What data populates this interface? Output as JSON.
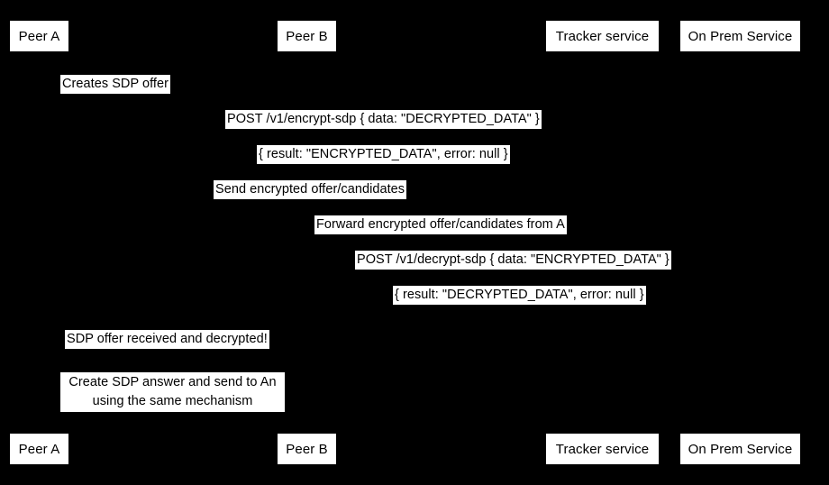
{
  "diagram": {
    "type": "uml-sequence-diagram",
    "background_color": "#000000",
    "label_background_color": "#ffffff",
    "label_text_color": "#000000",
    "participants": [
      {
        "id": "peer-a",
        "label": "Peer A"
      },
      {
        "id": "peer-b",
        "label": "Peer B"
      },
      {
        "id": "tracker",
        "label": "Tracker service"
      },
      {
        "id": "on-prem",
        "label": "On Prem Service"
      }
    ],
    "messages": [
      {
        "index": 1,
        "label": "Creates SDP offer",
        "from": "peer-a",
        "to": "peer-a",
        "kind": "self"
      },
      {
        "index": 2,
        "label": "POST /v1/encrypt-sdp { data: \"DECRYPTED_DATA\" }",
        "from": "peer-a",
        "to": "on-prem",
        "kind": "call"
      },
      {
        "index": 3,
        "label": "{ result: \"ENCRYPTED_DATA\", error: null }",
        "from": "on-prem",
        "to": "peer-a",
        "kind": "return"
      },
      {
        "index": 4,
        "label": "Send encrypted offer/candidates",
        "from": "peer-a",
        "to": "tracker",
        "kind": "call"
      },
      {
        "index": 5,
        "label": "Forward encrypted offer/candidates from A",
        "from": "tracker",
        "to": "peer-b",
        "kind": "call"
      },
      {
        "index": 6,
        "label": "POST /v1/decrypt-sdp { data: \"ENCRYPTED_DATA\" }",
        "from": "peer-b",
        "to": "on-prem",
        "kind": "call"
      },
      {
        "index": 7,
        "label": "{ result: \"DECRYPTED_DATA\", error: null }",
        "from": "on-prem",
        "to": "peer-b",
        "kind": "return"
      },
      {
        "index": 8,
        "label": "SDP offer received and decrypted!",
        "from": "peer-b",
        "to": "peer-b",
        "kind": "self"
      },
      {
        "index": 9,
        "label_line1": "Create SDP answer and send to An",
        "label_line2": "using the same mechanism",
        "from": "peer-b",
        "to": "peer-b",
        "kind": "self"
      }
    ]
  }
}
